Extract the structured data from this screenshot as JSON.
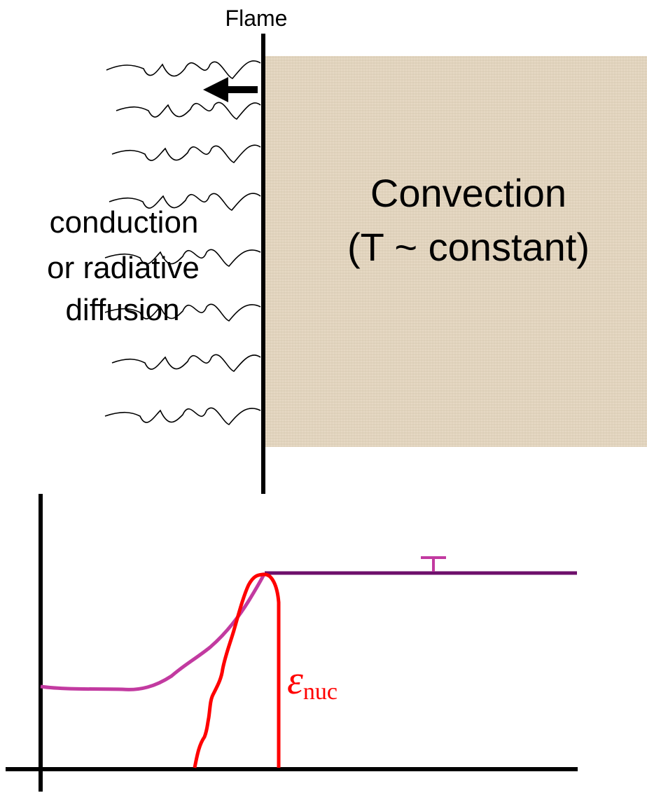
{
  "labels": {
    "flame": "Flame",
    "left_region_line1": "conduction",
    "left_region_line2": "or radiative",
    "left_region_line3": "diffusion",
    "right_region_line1": "Convection",
    "right_region_line2": "(T ~ constant)",
    "temperature_curve": "T",
    "energy_curve_symbol": "ε",
    "energy_curve_subscript": "nuc"
  },
  "colors": {
    "ink": "#000000",
    "convection_fill": "#e6d9c4",
    "convection_weave": "#cdbfa6",
    "temperature_left": "#c23aa0",
    "temperature_right": "#6e0f6b",
    "temperature_label": "#c23aa0",
    "energy_curve": "#ff0000"
  },
  "icons": {
    "flame_direction": "left-arrow-icon"
  }
}
